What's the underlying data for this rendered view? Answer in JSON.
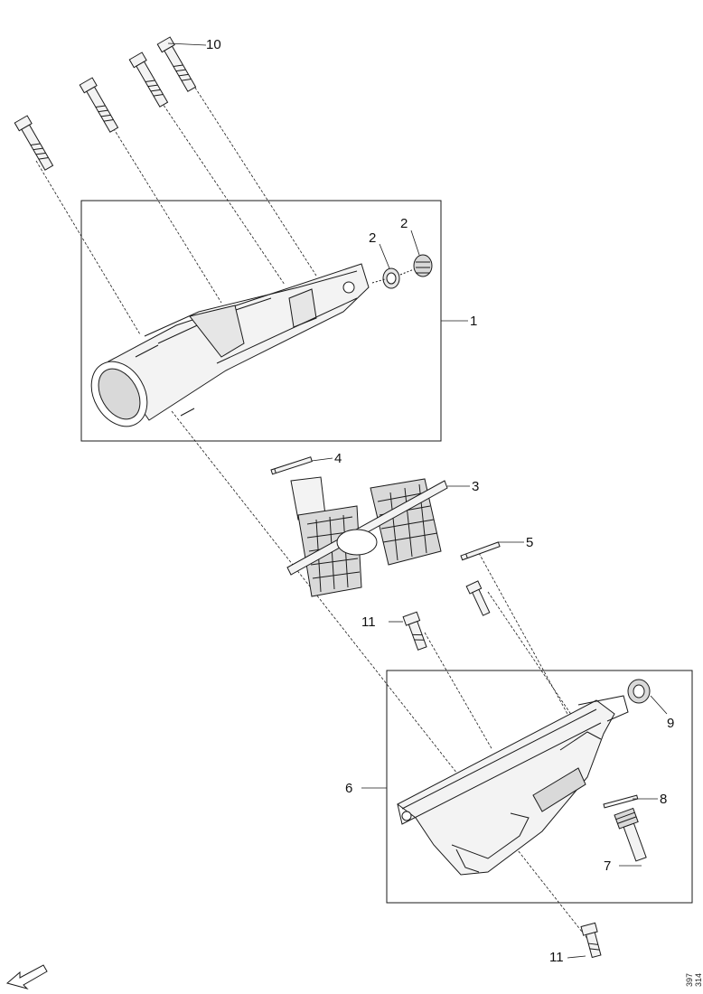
{
  "diagram": {
    "callouts": {
      "c10": "10",
      "c2a": "2",
      "c2b": "2",
      "c1": "1",
      "c4": "4",
      "c3": "3",
      "c5": "5",
      "c11a": "11",
      "c9": "9",
      "c6": "6",
      "c8": "8",
      "c7": "7",
      "c11b": "11"
    },
    "drawing_code": "397 314"
  },
  "colors": {
    "line": "#1a1a1a",
    "part_fill": "#f3f3f3",
    "part_shade": "#d9d9d9",
    "background": "#ffffff"
  }
}
